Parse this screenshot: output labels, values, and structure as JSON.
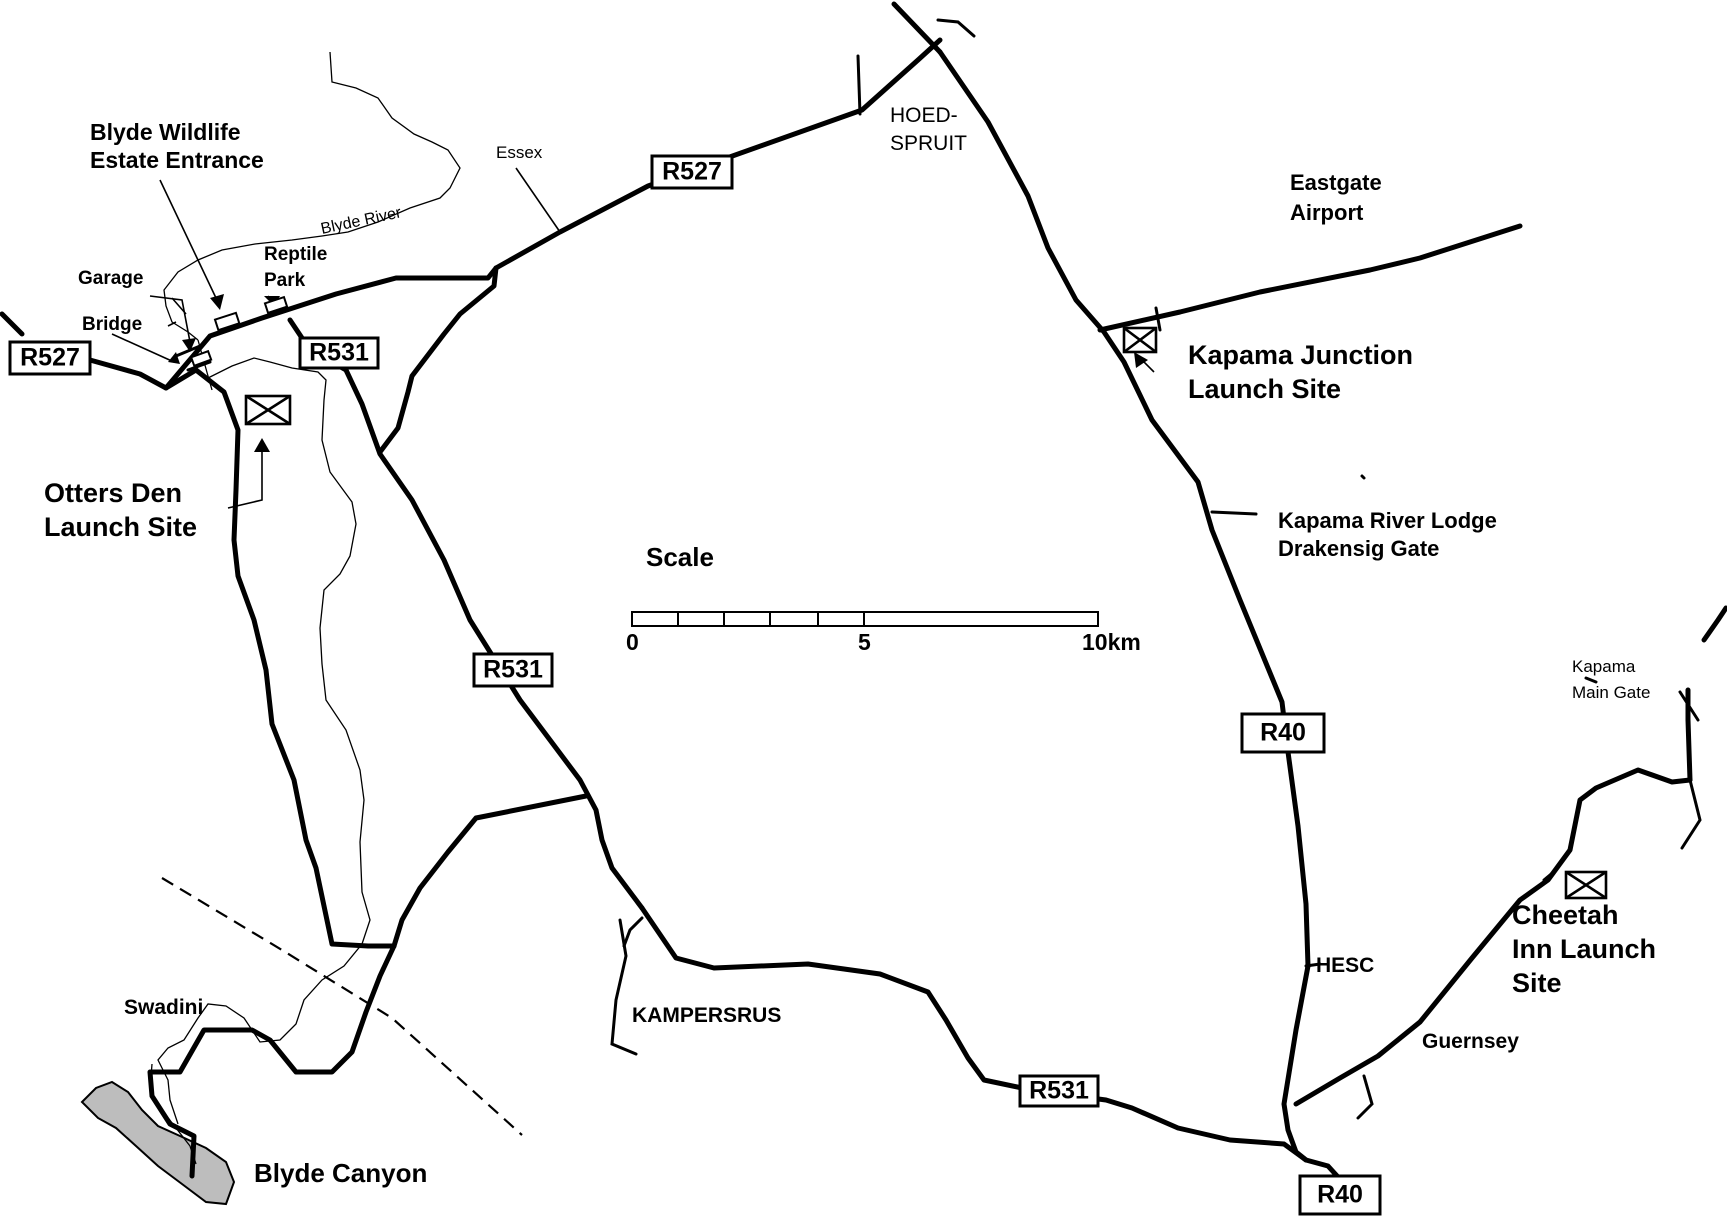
{
  "roads": {
    "r527_west": "R527",
    "r527_north": "R527",
    "r531_top": "R531",
    "r531_mid": "R531",
    "r531_bottom": "R531",
    "r40_mid": "R40",
    "r40_bottom": "R40"
  },
  "places": {
    "hoedspruit_line1": "HOED-",
    "hoedspruit_line2": "SPRUIT",
    "kampersrus": "KAMPERSRUS",
    "hesc": "HESC",
    "guernsey": "Guernsey",
    "swadini": "Swadini",
    "essex": "Essex",
    "blyde_canyon": "Blyde Canyon",
    "blyde_river": "Blyde River"
  },
  "points_of_interest": {
    "blyde_wildlife_line1": "Blyde Wildlife",
    "blyde_wildlife_line2": "Estate Entrance",
    "garage": "Garage",
    "bridge": "Bridge",
    "reptile_line1": "Reptile",
    "reptile_line2": "Park",
    "eastgate_line1": "Eastgate",
    "eastgate_line2": "Airport",
    "kapama_lodge_line1": "Kapama River Lodge",
    "kapama_lodge_line2": "Drakensig Gate",
    "kapama_main_line1": "Kapama",
    "kapama_main_line2": "Main Gate"
  },
  "launch_sites": {
    "otters_line1": "Otters Den",
    "otters_line2": "Launch Site",
    "kapama_junction_line1": "Kapama Junction",
    "kapama_junction_line2": "Launch Site",
    "cheetah_line1": "Cheetah",
    "cheetah_line2": "Inn Launch",
    "cheetah_line3": "Site"
  },
  "scale": {
    "title": "Scale",
    "tick_0": "0",
    "tick_5": "5",
    "tick_10": "10km",
    "length_km": 10
  },
  "colors": {
    "ink": "#000000",
    "background": "#ffffff",
    "canyon_fill": "#bdbdbd"
  },
  "icons": {
    "launch_site_marker": "boxed-x-icon",
    "building_marker": "rectangle-icon"
  }
}
